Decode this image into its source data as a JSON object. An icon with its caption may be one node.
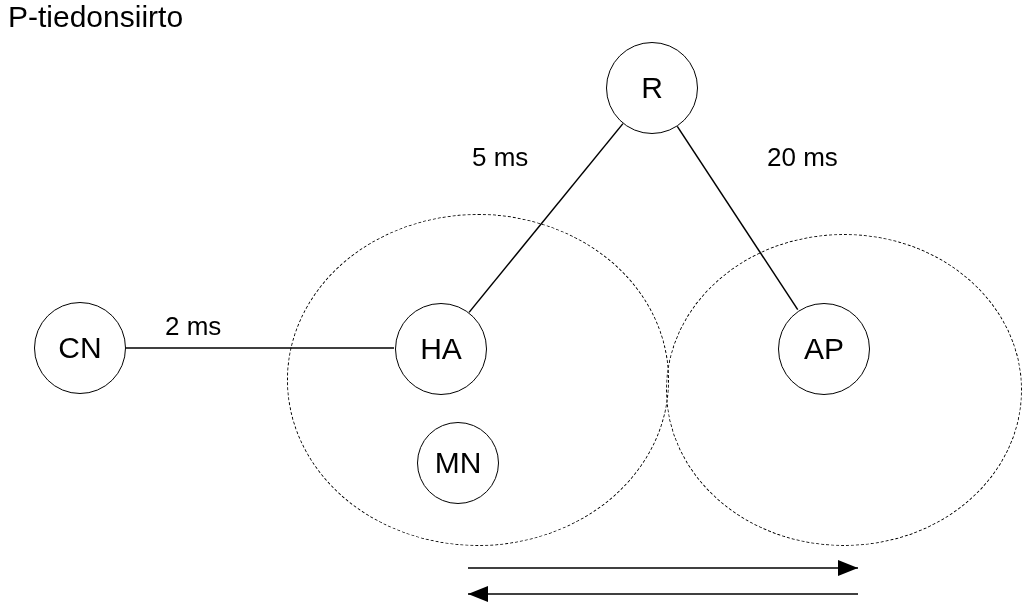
{
  "diagram": {
    "title": "P-tiedonsiirto",
    "nodes": [
      {
        "text": [
          "R"
        ]
      },
      {
        "text": [],
        "shape": "circle"
      },
      {
        "text": [],
        "shape": "circle"
      },
      {
        "text": [
          "CN"
        ]
      },
      {
        "text": [
          "HA"
        ],
        "in": 1
      },
      {
        "text": [
          "MN"
        ],
        "in": 1
      },
      {
        "text": [
          "AP"
        ],
        "in": 2
      }
    ],
    "edges": [
      {
        "from": 0,
        "to": 4,
        "arrow": "none",
        "label": "5 ms"
      },
      {
        "from": 0,
        "to": 6,
        "arrow": "none",
        "label": "20 ms"
      },
      {
        "from": 3,
        "to": 4,
        "arrow": "none",
        "label": "2 ms"
      }
    ]
  }
}
